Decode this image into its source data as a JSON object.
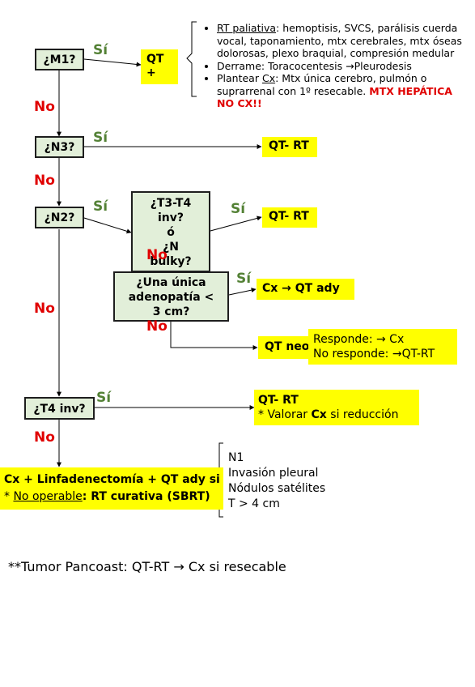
{
  "nodes": {
    "m1": "¿M1?",
    "n3": "¿N3?",
    "n2": "¿N2?",
    "t3t4_line1": "¿T3-T4",
    "t3t4_line2": "inv?",
    "t3t4_line3": "ó",
    "t3t4_line4": "¿N",
    "t3t4_line5": "bulky?",
    "unica_line1": "¿Una única",
    "unica_line2": "adenopatía <",
    "unica_line3": "3 cm?",
    "t4inv": "¿T4 inv?"
  },
  "outcomes": {
    "qt_plus_line1": "QT",
    "qt_plus_line2": "+",
    "qt_rt_1": "QT- RT",
    "qt_rt_2": "QT- RT",
    "cx_qt_ady": "Cx → QT ady",
    "qt_neo": "QT neo",
    "responde": "Responde: → Cx",
    "no_responde": "No responde: →QT-RT",
    "t4_qt_rt": "QT- RT",
    "t4_valorar_pre": "* Valorar ",
    "t4_valorar_cx": "Cx",
    "t4_valorar_post": " si reducción",
    "final_line1": "Cx + Linfadenectomía + QT ady si",
    "final_star": "* ",
    "final_no_operable": "No operable",
    "final_rt": ": RT curativa (SBRT)"
  },
  "labels": {
    "si": "Sí",
    "no": "No"
  },
  "m1_notes": {
    "b1_link": "RT paliativa",
    "b1_text": ": hemoptisis, SVCS, parálisis cuerda vocal, taponamiento, mtx cerebrales, mtx óseas dolorosas, plexo braquial, compresión medular",
    "b2": "Derrame: Toracocentesis →Pleurodesis",
    "b3_pre": "Plantear ",
    "b3_cx": "Cx",
    "b3_text": ": Mtx única cerebro, pulmón o suprarrenal con 1º resecable. ",
    "b3_red": "MTX HEPÁTICA NO CX!!"
  },
  "criteria": [
    "N1",
    "Invasión pleural",
    "Nódulos satélites",
    "T > 4 cm"
  ],
  "footer": "**Tumor Pancoast: QT-RT → Cx si resecable"
}
